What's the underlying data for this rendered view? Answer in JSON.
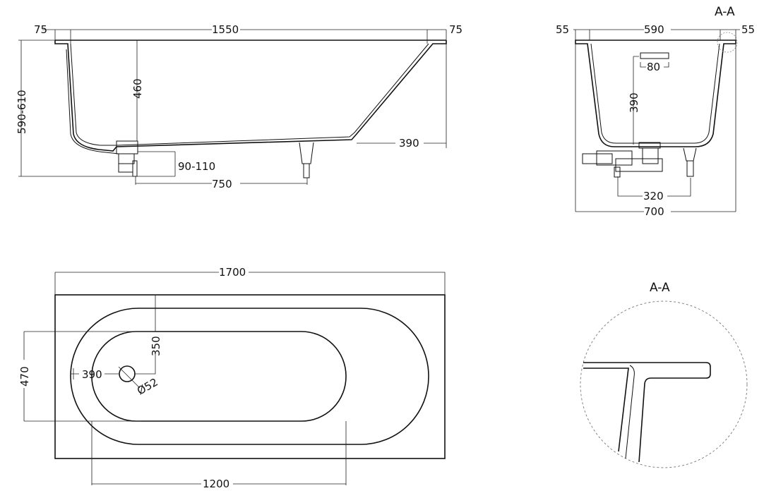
{
  "side_view": {
    "rim_left": "75",
    "length_inner": "1550",
    "rim_right": "75",
    "height": "590-610",
    "depth": "460",
    "drain_height": "90-110",
    "feet_spacing": "750",
    "slope_offset": "390"
  },
  "end_view": {
    "title": "A-A",
    "rim_left": "55",
    "width_inner": "590",
    "rim_right": "55",
    "overflow_width": "80",
    "overflow_height": "390",
    "feet_spacing": "320",
    "width_total": "700"
  },
  "plan_view": {
    "length_total": "1700",
    "width_inner": "470",
    "drain_y": "350",
    "drain_x": "390",
    "drain_diameter": "Ø52",
    "length_inner": "1200"
  },
  "detail_view": {
    "title": "A-A"
  }
}
